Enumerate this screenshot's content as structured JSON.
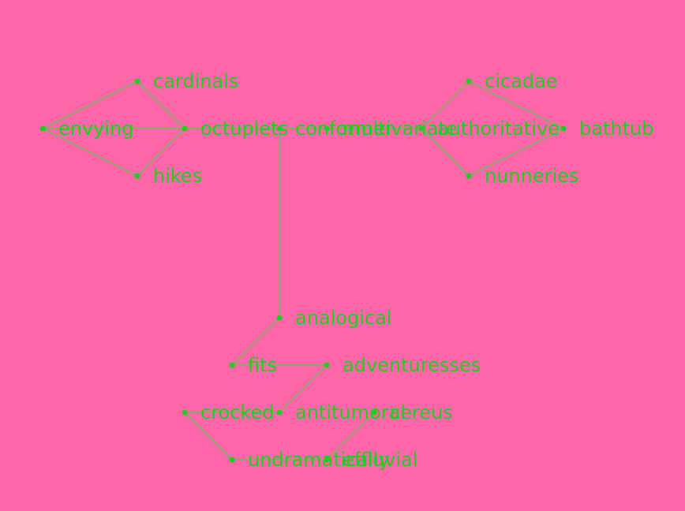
{
  "colors": {
    "background": "#ff66aa",
    "node": "#22cc22",
    "edge": "#88aa66",
    "label": "#22cc22"
  },
  "nodes": [
    {
      "id": "cardinals",
      "label": "cardinals"
    },
    {
      "id": "envying",
      "label": "envying"
    },
    {
      "id": "octuplets",
      "label": "octuplets"
    },
    {
      "id": "hikes",
      "label": "hikes"
    },
    {
      "id": "conformer",
      "label": "conformer"
    },
    {
      "id": "multivariate",
      "label": "multivariate"
    },
    {
      "id": "authoritative",
      "label": "authoritative"
    },
    {
      "id": "cicadae",
      "label": "cicadae"
    },
    {
      "id": "bathtub",
      "label": "bathtub"
    },
    {
      "id": "nunneries",
      "label": "nunneries"
    },
    {
      "id": "analogical",
      "label": "analogical"
    },
    {
      "id": "fits",
      "label": "fits"
    },
    {
      "id": "adventuresses",
      "label": "adventuresses"
    },
    {
      "id": "crocked",
      "label": "crocked"
    },
    {
      "id": "antitumoral",
      "label": "antitumoral"
    },
    {
      "id": "cereus",
      "label": "cereus"
    },
    {
      "id": "undramatically",
      "label": "undramatically"
    },
    {
      "id": "effluvial",
      "label": "effluvial"
    }
  ],
  "edges": [
    [
      "envying",
      "cardinals"
    ],
    [
      "cardinals",
      "octuplets"
    ],
    [
      "envying",
      "hikes"
    ],
    [
      "hikes",
      "octuplets"
    ],
    [
      "envying",
      "octuplets"
    ],
    [
      "octuplets",
      "conformer"
    ],
    [
      "conformer",
      "multivariate"
    ],
    [
      "multivariate",
      "authoritative"
    ],
    [
      "authoritative",
      "cicadae"
    ],
    [
      "cicadae",
      "bathtub"
    ],
    [
      "authoritative",
      "nunneries"
    ],
    [
      "nunneries",
      "bathtub"
    ],
    [
      "conformer",
      "analogical"
    ],
    [
      "analogical",
      "fits"
    ],
    [
      "fits",
      "adventuresses"
    ],
    [
      "adventuresses",
      "antitumoral"
    ],
    [
      "crocked",
      "antitumoral"
    ],
    [
      "crocked",
      "undramatically"
    ],
    [
      "undramatically",
      "effluvial"
    ],
    [
      "effluvial",
      "cereus"
    ]
  ]
}
